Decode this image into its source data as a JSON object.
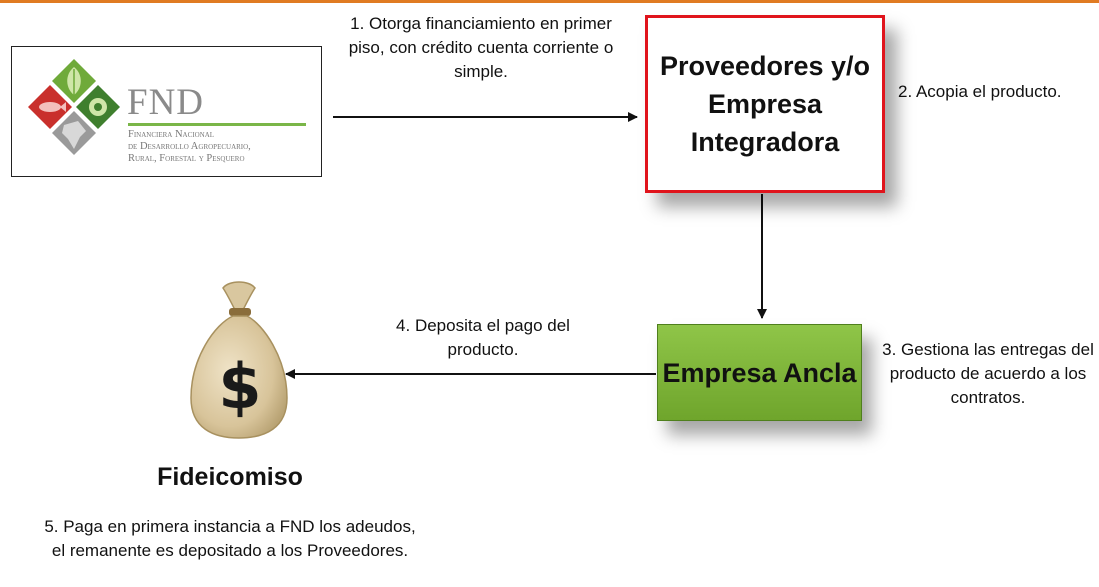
{
  "logo": {
    "name": "FND",
    "subtitle_lines": [
      "Financiera Nacional",
      "de Desarrollo Agropecuario,",
      "Rural, Forestal y Pesquero"
    ]
  },
  "steps": {
    "step1": "1.   Otorga financiamiento en primer piso, con crédito cuenta corriente o simple.",
    "step2": "2. Acopia el producto.",
    "step3": "3. Gestiona las entregas del producto de acuerdo a los contratos.",
    "step4": "4. Deposita el pago del producto.",
    "step5": "5. Paga en primera instancia a FND los adeudos, el remanente es depositado a los Proveedores."
  },
  "nodes": {
    "proveedores": "Proveedores y/o Empresa Integradora",
    "ancla": "Empresa Ancla",
    "fideicomiso": "Fideicomiso"
  },
  "colors": {
    "accent_line": "#e07b22",
    "proveedores_border": "#e0141c",
    "ancla_fill": "#7db53a",
    "logo_green": "#7ab648"
  },
  "icons": {
    "logo_mark": "fnd-diamond-logo-icon",
    "money_bag": "money-bag-icon"
  }
}
